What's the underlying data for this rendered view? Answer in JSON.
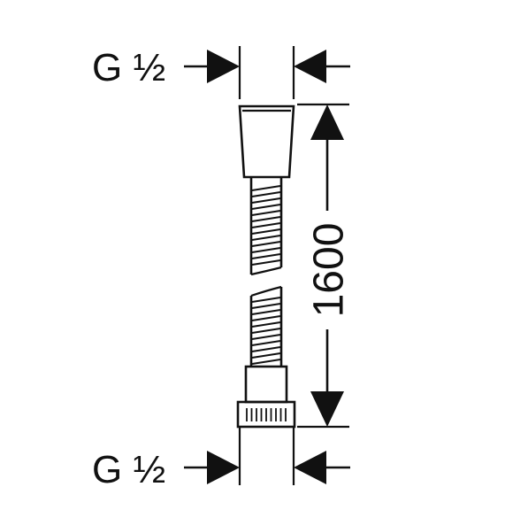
{
  "drawing": {
    "top_thread_label": "G ½",
    "bottom_thread_label": "G ½",
    "length_dimension": "1600"
  },
  "colors": {
    "line": "#111111",
    "background": "#ffffff"
  }
}
